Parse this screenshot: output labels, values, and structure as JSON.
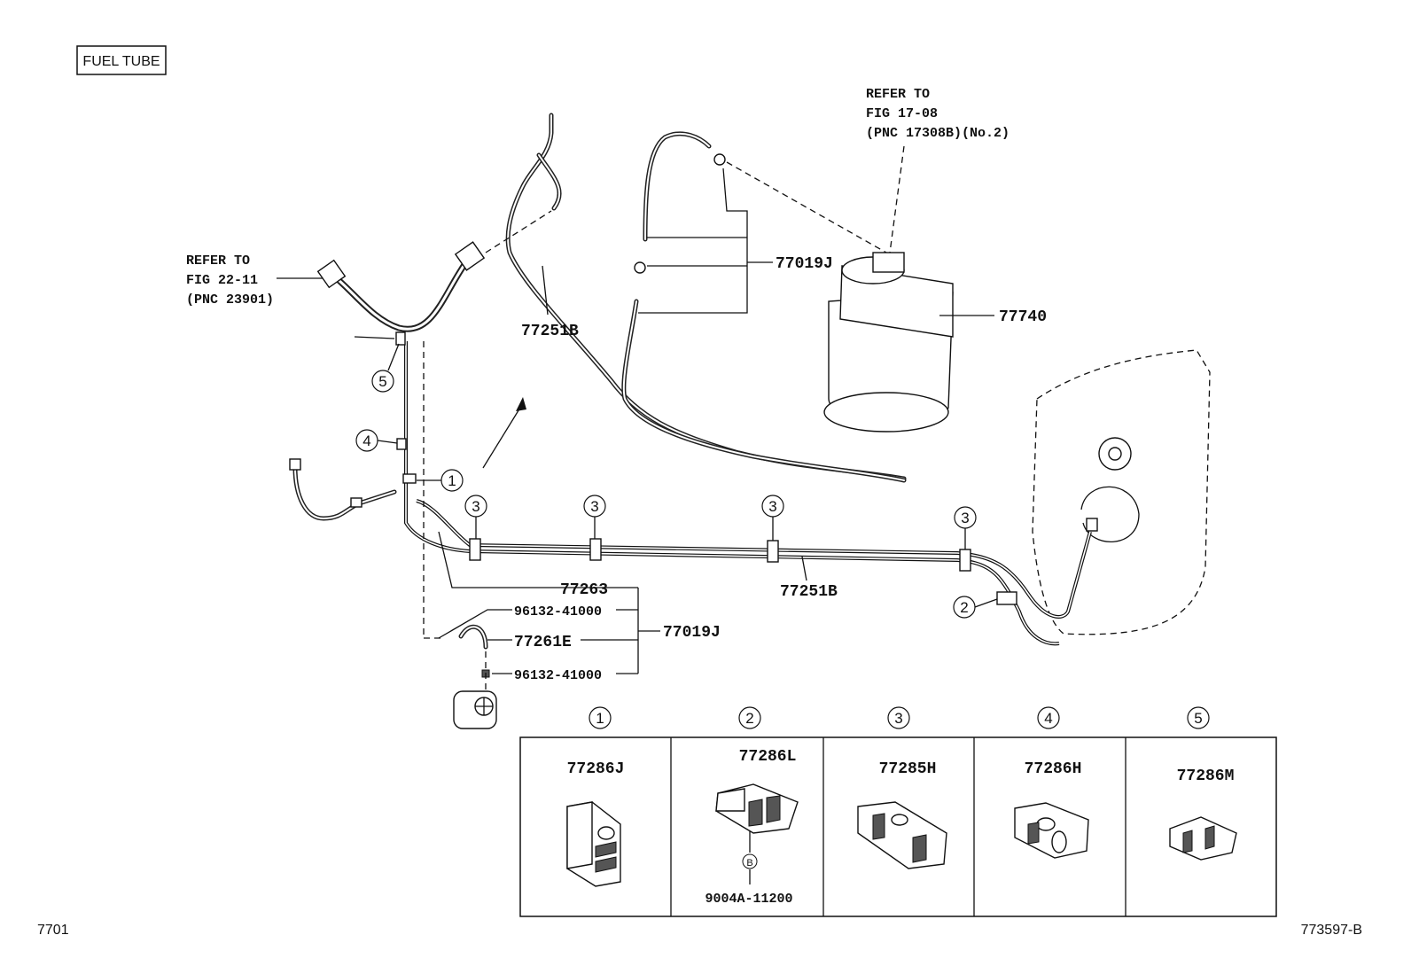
{
  "title_box": "FUEL TUBE",
  "refer_canister": [
    "REFER TO",
    "FIG 17-08",
    "(PNC 17308B)(No.2)"
  ],
  "refer_filler": [
    "REFER TO",
    "FIG 22-11",
    "(PNC 23901)"
  ],
  "parts": {
    "p77019J_upper": "77019J",
    "p77740": "77740",
    "p77251B_upper": "77251B",
    "p77251B_lower": "77251B",
    "p77263": "77263",
    "p96132_top": "96132-41000",
    "p77261E": "77261E",
    "p96132_bottom": "96132-41000",
    "p77019J_lower": "77019J"
  },
  "callouts": {
    "c1": "1",
    "c2": "2",
    "c3": "3",
    "c4": "4",
    "c5": "5"
  },
  "detail_table": {
    "headers": [
      "1",
      "2",
      "3",
      "4",
      "5"
    ],
    "cells": [
      "77286J",
      "77286L",
      "77285H",
      "77286H",
      "77286M"
    ],
    "sub_marker": "B",
    "sub_part": "9004A-11200"
  },
  "footer_left": "7701",
  "footer_right": "773597-B"
}
